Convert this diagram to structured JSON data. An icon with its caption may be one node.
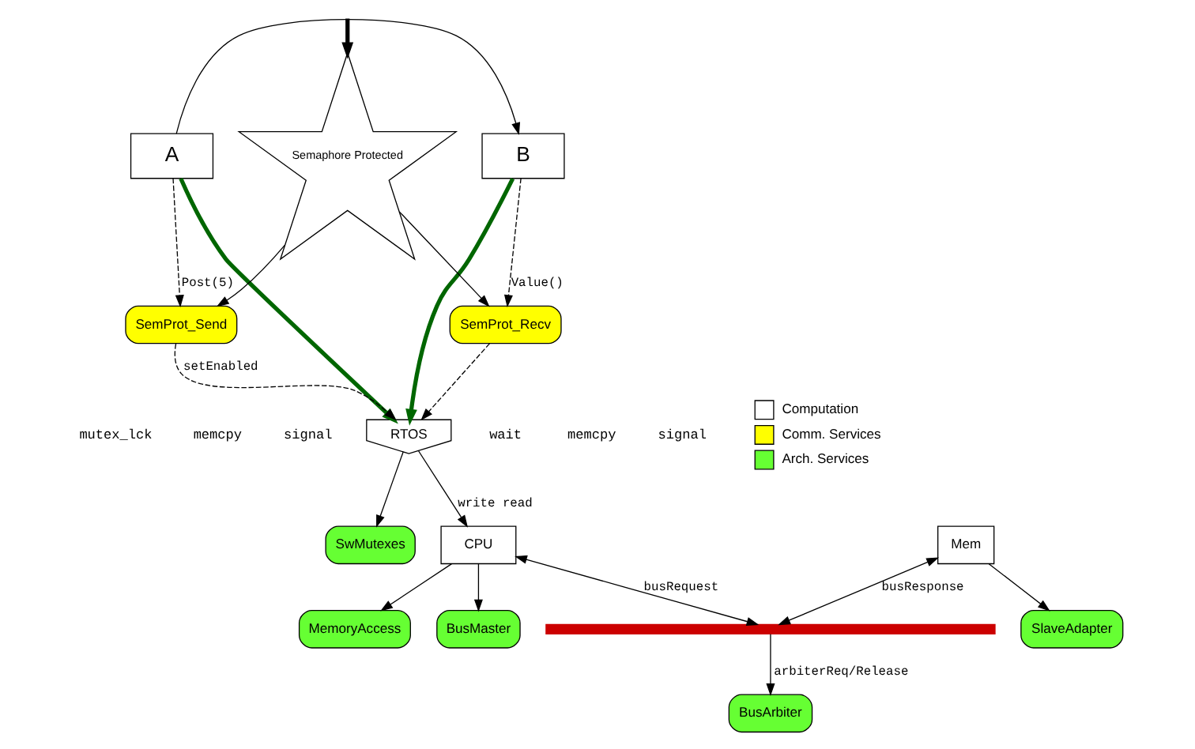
{
  "diagram": {
    "nodes": [
      {
        "text": [
          "A"
        ]
      },
      {
        "text": [
          "B"
        ]
      },
      {
        "text": [
          "Semaphore Protected"
        ]
      },
      {
        "text": [
          "SemProt_Send"
        ]
      },
      {
        "text": [
          "SemProt_Recv"
        ]
      },
      {
        "text": [
          "RTOS"
        ]
      },
      {
        "text": [
          "SwMutexes"
        ]
      },
      {
        "text": [
          "MemoryAccess"
        ]
      },
      {
        "text": [
          "BusMaster"
        ]
      },
      {
        "text": [
          "CPU"
        ]
      },
      {
        "text": [
          "Mem"
        ]
      },
      {
        "text": [
          "SlaveAdapter"
        ]
      },
      {
        "text": [],
        "shape": "bar"
      },
      {
        "text": [
          "BusArbiter"
        ]
      }
    ],
    "edges": [
      {
        "from": 0,
        "to": 1,
        "arrow": "to"
      },
      {
        "from": null,
        "to": 2,
        "arrow": "to",
        "style": "thick"
      },
      {
        "from": 2,
        "to": 3,
        "arrow": "to"
      },
      {
        "from": 2,
        "to": 4,
        "arrow": "to"
      },
      {
        "from": 0,
        "to": 3,
        "arrow": "to",
        "style": "dashed",
        "label": "Post(5)"
      },
      {
        "from": 1,
        "to": 4,
        "arrow": "to",
        "style": "dashed",
        "label": "Value()"
      },
      {
        "from": 0,
        "to": 5,
        "arrow": "to",
        "style": "thick",
        "color": "#006600"
      },
      {
        "from": 1,
        "to": 5,
        "arrow": "to",
        "style": "thick",
        "color": "#006600"
      },
      {
        "from": 3,
        "to": 5,
        "arrow": "to",
        "style": "dashed",
        "label": "setEnabled"
      },
      {
        "from": 4,
        "to": 5,
        "arrow": "to",
        "style": "dashed"
      },
      {
        "from": 5,
        "to": 6,
        "arrow": "to"
      },
      {
        "from": 5,
        "to": 9,
        "arrow": "to",
        "label": "write read"
      },
      {
        "from": 9,
        "to": 7,
        "arrow": "to"
      },
      {
        "from": 9,
        "to": 8,
        "arrow": "to"
      },
      {
        "from": 9,
        "to": 12,
        "arrow": "both",
        "label": "busRequest"
      },
      {
        "from": 10,
        "to": 11,
        "arrow": "to"
      },
      {
        "from": 10,
        "to": 12,
        "arrow": "both",
        "label": "busResponse"
      },
      {
        "from": 12,
        "to": 13,
        "arrow": "to",
        "label": "arbiterReq/Release"
      }
    ],
    "labels": [
      "mutex_lck",
      "memcpy",
      "signal",
      "wait",
      "memcpy",
      "signal"
    ],
    "legend": [
      {
        "text": "Computation",
        "color": "#ffffff"
      },
      {
        "text": "Comm. Services",
        "color": "#ffff00"
      },
      {
        "text": "Arch. Services",
        "color": "#66ff33"
      }
    ]
  }
}
